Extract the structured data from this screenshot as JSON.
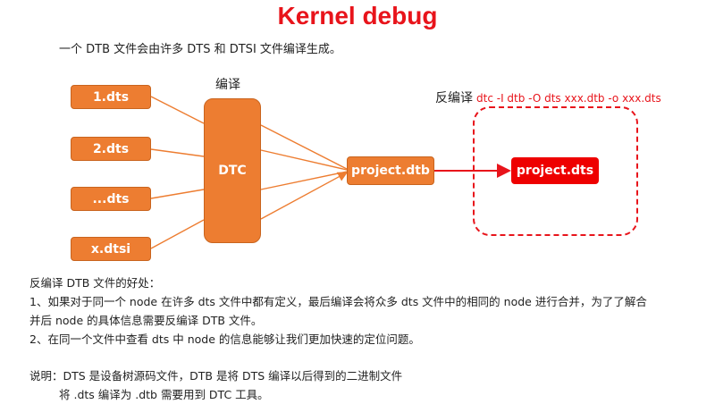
{
  "title": "Kernel debug",
  "intro": "一个 DTB 文件会由许多 DTS 和 DTSI 文件编译生成。",
  "diagram": {
    "compile_label": "编译",
    "decompile_label": "反编译",
    "decompile_command": "dtc -I dtb -O dts xxx.dtb -o xxx.dts",
    "sources": [
      "1.dts",
      "2.dts",
      "...dts",
      "x.dtsi"
    ],
    "compiler": "DTC",
    "output": "project.dtb",
    "decompiled": "project.dts",
    "colors": {
      "orange": "#ed7d31",
      "red": "#e8141b"
    }
  },
  "notes": {
    "heading": "反编译 DTB 文件的好处：",
    "item1_line1": "1、如果对于同一个 node 在许多 dts 文件中都有定义，最后编译会将众多 dts 文件中的相同的 node 进行合并，为了了解合",
    "item1_line2": "并后 node 的具体信息需要反编译 DTB 文件。",
    "item2": "2、在同一个文件中查看 dts 中 node 的信息能够让我们更加快速的定位问题。"
  },
  "explanation": {
    "line1": "说明：DTS 是设备树源码文件，DTB 是将 DTS 编译以后得到的二进制文件",
    "line2": "将 .dts 编译为 .dtb 需要用到 DTC 工具。"
  }
}
